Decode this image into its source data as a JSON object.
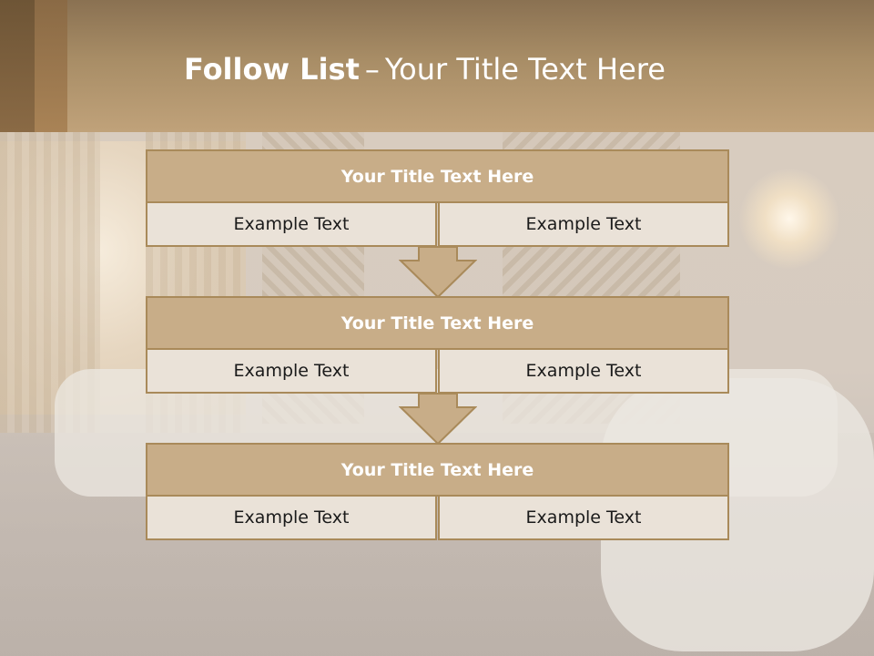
{
  "title": {
    "bold": "Follow List",
    "dash": "–",
    "rest": "Your Title Text Here"
  },
  "steps": [
    {
      "title": "Your Title Text Here",
      "left": "Example Text",
      "right": "Example Text"
    },
    {
      "title": "Your Title Text Here",
      "left": "Example Text",
      "right": "Example Text"
    },
    {
      "title": "Your Title Text Here",
      "left": "Example Text",
      "right": "Example Text"
    }
  ],
  "colors": {
    "header": "#b8996f",
    "box_fill": "#c8ad88",
    "box_border": "#a98a5a",
    "cell_fill": "#eae2d8",
    "arrow_fill": "#c8ad88"
  }
}
